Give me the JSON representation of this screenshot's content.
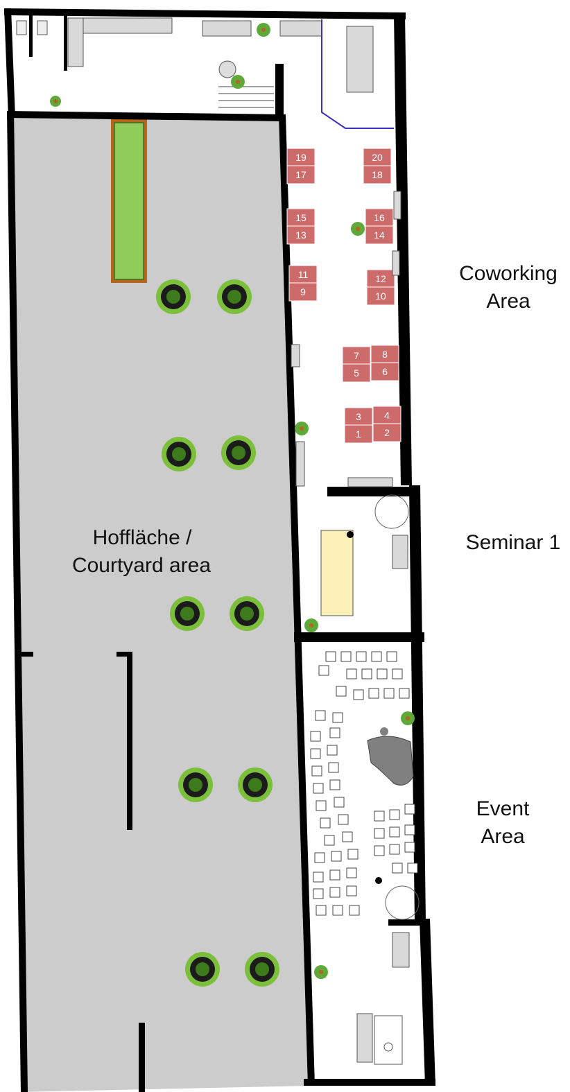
{
  "labels": {
    "courtyard_line1": "Hoffläche /",
    "courtyard_line2": "Courtyard area",
    "coworking_line1": "Coworking",
    "coworking_line2": "Area",
    "seminar": "Seminar 1",
    "event_line1": "Event",
    "event_line2": "Area"
  },
  "desks": [
    "19",
    "17",
    "20",
    "18",
    "15",
    "13",
    "16",
    "14",
    "11",
    "9",
    "12",
    "10",
    "7",
    "5",
    "8",
    "6",
    "3",
    "1",
    "4",
    "2"
  ],
  "colors": {
    "wall": "#000000",
    "courtyard_floor": "#cccccc",
    "desk": "#cd6b6b",
    "seminar_table": "#fbf0b8",
    "planter_green": "#8fcc5a",
    "planter_border": "#b5651d",
    "tree_green": "#7cbf3a",
    "furniture_gray": "#d9d9d9",
    "piano": "#808080",
    "meeting_line": "#3b2fbf"
  }
}
